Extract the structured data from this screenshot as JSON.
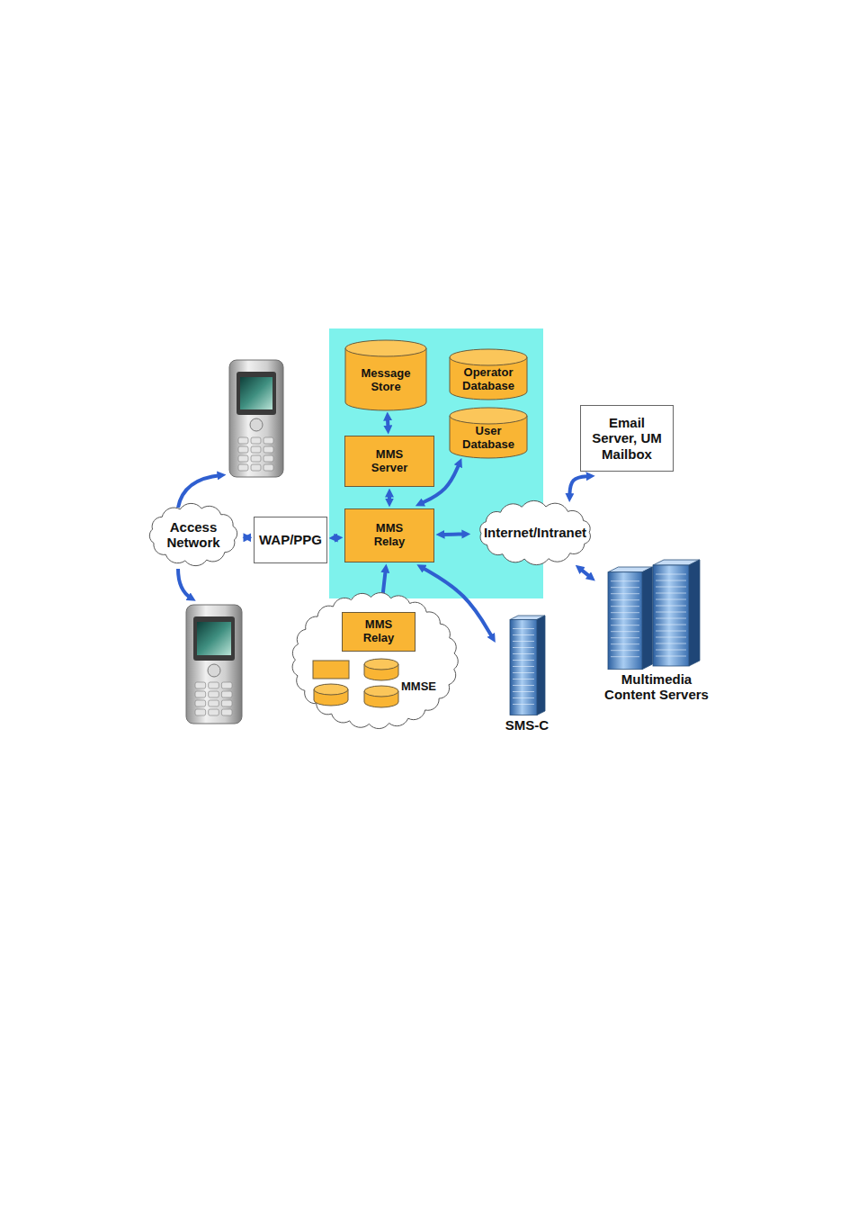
{
  "diagram": {
    "nodes": [
      {
        "text": [
          "Message Store"
        ]
      },
      {
        "text": [
          "Operator Database"
        ]
      },
      {
        "text": [
          "User Database"
        ]
      },
      {
        "text": [
          "Email Server, UM Mailbox"
        ]
      },
      {
        "text": [
          "MMS Server"
        ]
      },
      {
        "text": [
          "Access Network"
        ]
      },
      {
        "text": [
          "WAP/PPG"
        ]
      },
      {
        "text": [
          "MMS Relay"
        ]
      },
      {
        "text": [
          "Internet/Intranet"
        ]
      },
      {
        "text": [
          "Multimedia Content Servers"
        ]
      },
      {
        "text": [
          "MMSE"
        ]
      },
      {
        "text": [
          "MMS Relay"
        ],
        "in": 10
      },
      {
        "text": [
          "SMS-C"
        ]
      }
    ],
    "edges": [
      {
        "from": 0,
        "to": 4,
        "arrow": "both"
      },
      {
        "from": 4,
        "to": 7,
        "arrow": "both"
      },
      {
        "from": 7,
        "to": 2,
        "arrow": "both"
      },
      {
        "from": 6,
        "to": 7,
        "arrow": "both"
      },
      {
        "from": 5,
        "to": 6,
        "arrow": "both"
      },
      {
        "from": 7,
        "to": 8,
        "arrow": "both"
      },
      {
        "from": 8,
        "to": 3,
        "arrow": "both"
      },
      {
        "from": 8,
        "to": 9,
        "arrow": "both"
      },
      {
        "from": 7,
        "to": 12,
        "arrow": "both"
      },
      {
        "from": 7,
        "to": 11,
        "arrow": "both"
      }
    ]
  }
}
